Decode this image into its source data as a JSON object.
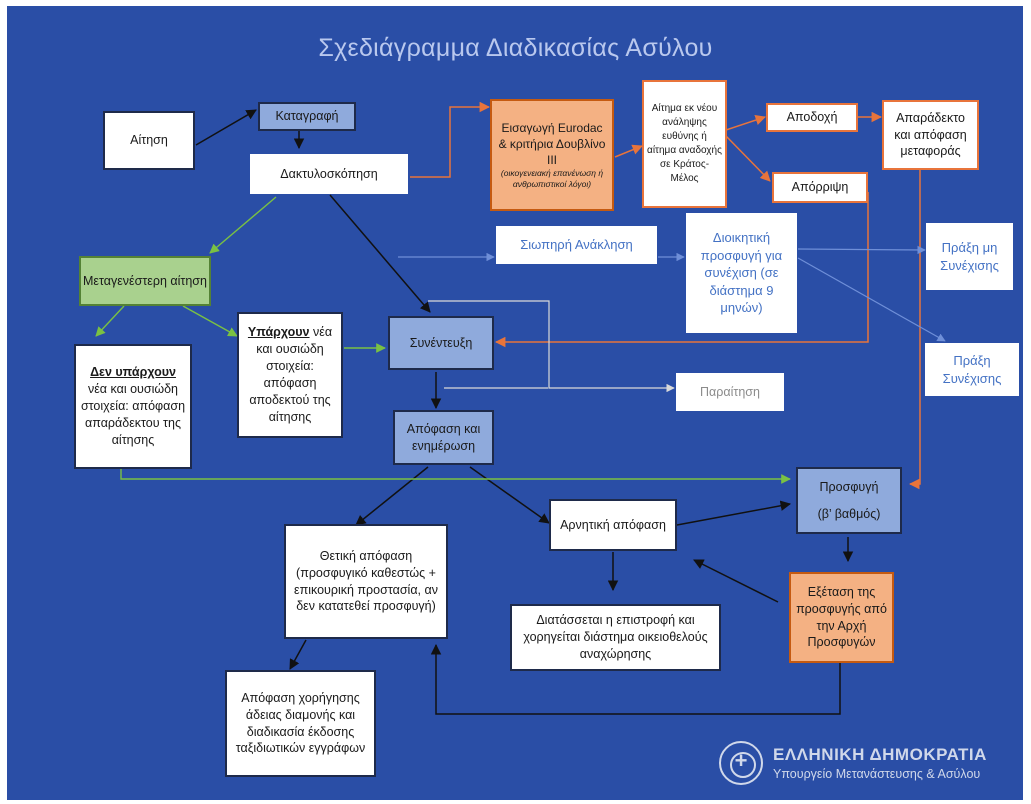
{
  "title": "Σχεδιάγραμμα Διαδικασίας Ασύλου",
  "nodes": {
    "application": "Αίτηση",
    "registration": "Καταγραφή",
    "fingerprinting": "Δακτυλοσκόπηση",
    "eurodac_title": "Εισαγωγή Eurodac & κριτήρια Δουβλίνο ΙΙΙ",
    "eurodac_note": "(οικογενειακή επανένωση ή ανθρωπιστικοί λόγοι)",
    "take_charge_request": "Αίτημα εκ νέου ανάληψης ευθύνης ή αίτημα αναδοχής σε Κράτος-Μέλος",
    "acceptance": "Αποδοχή",
    "rejection": "Απόρριψη",
    "inadmissible_transfer": "Απαράδεκτο και απόφαση μεταφοράς",
    "subsequent_application": "Μεταγενέστερη αίτηση",
    "implicit_withdrawal": "Σιωπηρή Ανάκληση",
    "admin_appeal": "Διοικητική προσφυγή για συνέχιση (σε διάστημα 9 μηνών)",
    "non_continuation": "Πράξη μη Συνέχισης",
    "continuation": "Πράξη Συνέχισης",
    "exist_new_bold": "Υπάρχουν",
    "exist_new_rest": "νέα και ουσιώδη στοιχεία: απόφαση αποδεκτού της αίτησης",
    "no_new_bold": "Δεν υπάρχουν",
    "no_new_rest": "νέα και ουσιώδη στοιχεία: απόφαση απαράδεκτου της αίτησης",
    "interview": "Συνέντευξη",
    "withdrawal": "Παραίτηση",
    "decision_notification": "Απόφαση και ενημέρωση",
    "appeal_line1": "Προσφυγή",
    "appeal_line2": "(β’ βαθμός)",
    "negative_decision": "Αρνητική απόφαση",
    "positive_decision": "Θετική απόφαση (προσφυγικό καθεστώς + επικουρική προστασία, αν δεν κατατεθεί προσφυγή)",
    "return_ordered": "Διατάσσεται η επιστροφή και χορηγείται διάστημα οικειοθελούς αναχώρησης",
    "appeal_examination": "Εξέταση της προσφυγής από την Αρχή Προσφυγών",
    "residence_permit": "Απόφαση χορήγησης άδειας διαμονής και διαδικασία έκδοσης ταξιδιωτικών εγγράφων"
  },
  "logo": {
    "line1": "ΕΛΛΗΝΙΚΗ ΔΗΜΟΚΡΑΤΙΑ",
    "line2": "Υπουργείο Μετανάστευσης & Ασύλου"
  },
  "colors": {
    "background": "#2a4ea6",
    "arrow_black": "#111111",
    "arrow_green": "#7ac143",
    "arrow_orange": "#e8743b",
    "arrow_lightblue": "#6f8fd8",
    "arrow_white": "#d9d9d9"
  }
}
